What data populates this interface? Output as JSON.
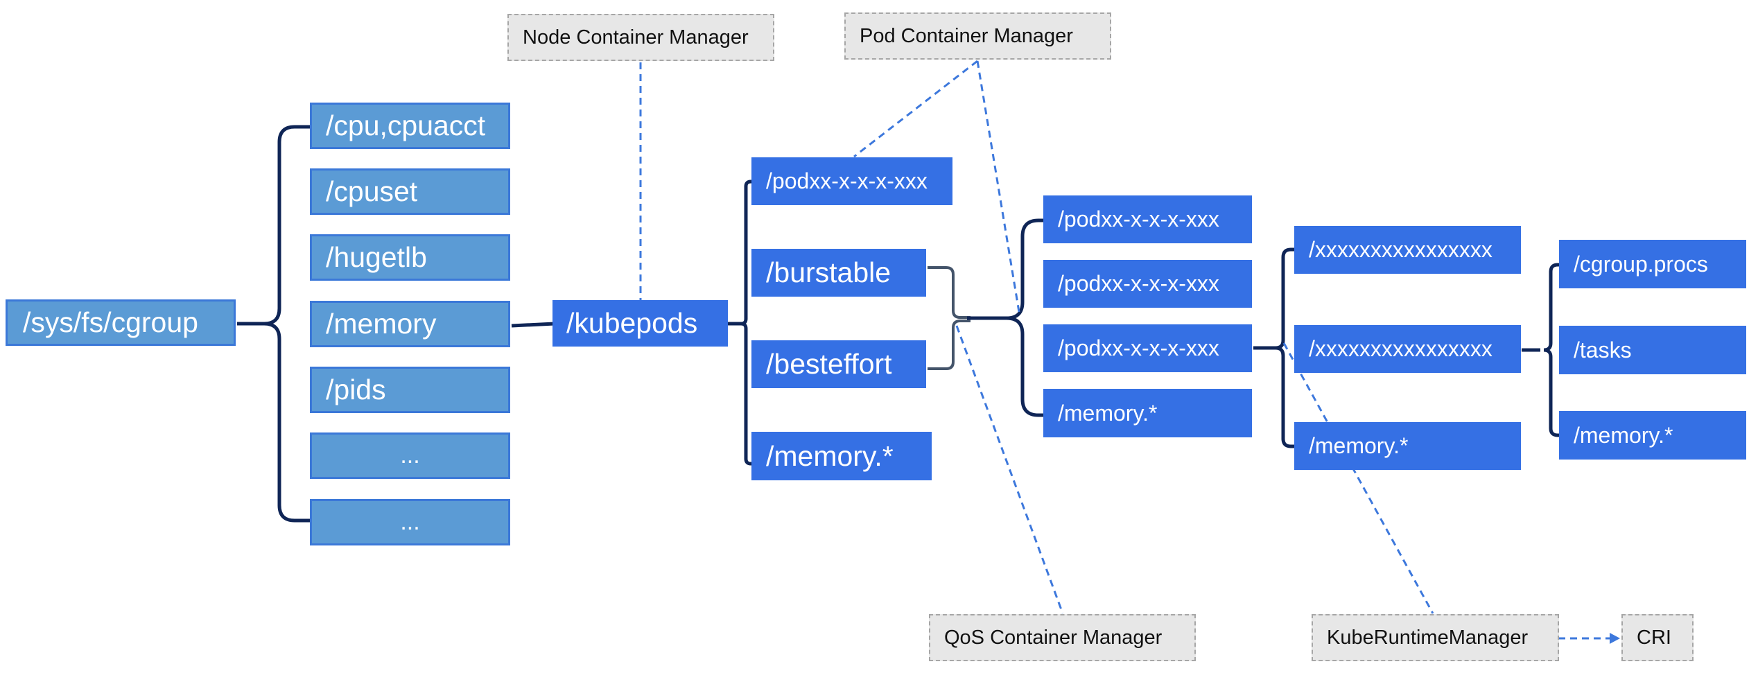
{
  "colors": {
    "light_box": "#5b9bd5",
    "dark_box": "#3570e4",
    "bracket": "#0f2556",
    "bracket_grey": "#44546a",
    "dashed": "#3d78dc",
    "manager_fill": "#e7e7e7"
  },
  "root": "/sys/fs/cgroup",
  "subsystems": [
    "/cpu,cpuacct",
    "/cpuset",
    "/hugetlb",
    "/memory",
    "/pids",
    "...",
    "..."
  ],
  "kubepods": "/kubepods",
  "kubepods_children": [
    "/podxx-x-x-x-xxx",
    "/burstable",
    "/besteffort",
    "/memory.*"
  ],
  "qos_children": [
    "/podxx-x-x-x-xxx",
    "/podxx-x-x-x-xxx",
    "/podxx-x-x-x-xxx",
    "/memory.*"
  ],
  "pod_children": [
    "/xxxxxxxxxxxxxxxx",
    "/xxxxxxxxxxxxxxxx",
    "/memory.*"
  ],
  "container_children": [
    "/cgroup.procs",
    "/tasks",
    "/memory.*"
  ],
  "managers": {
    "node": "Node Container Manager",
    "pod": "Pod Container Manager",
    "qos": "QoS Container Manager",
    "kube_runtime": "KubeRuntimeManager",
    "cri": "CRI"
  }
}
